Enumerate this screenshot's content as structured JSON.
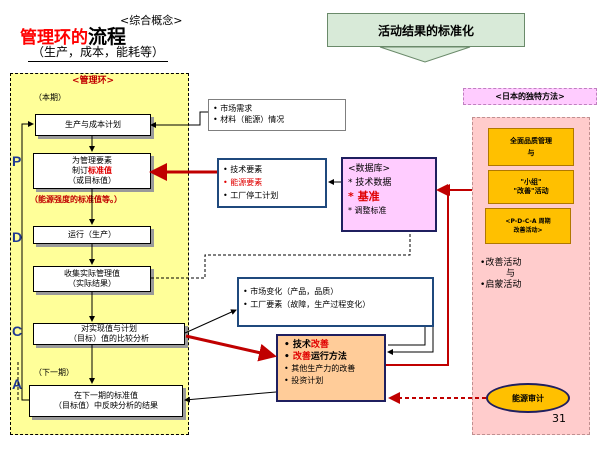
{
  "header": {
    "concept": "<综合概念>",
    "title_a": "管理环的",
    "title_b": "流程",
    "subtitle": "（生产，成本，能耗等）",
    "banner": "活动结果的标准化"
  },
  "cycle": {
    "title": "<管理环>",
    "this_period": "（本期）",
    "next_period": "（下一期）",
    "energy_note": "（能源强度的标准值等。）",
    "phases": [
      "P",
      "D",
      "C",
      "A"
    ],
    "steps": [
      {
        "text": "生产与成本计划"
      },
      {
        "line1": "为管理要素",
        "line2a": "制订",
        "line2b": "标准值",
        "line3": "（或目标值）"
      },
      {
        "text": "运行（生产）"
      },
      {
        "line1": "收集实际管理值",
        "line2": "（实际结果）"
      },
      {
        "line1": "对实现值与计划",
        "line2": "（目标）值的比较分析"
      },
      {
        "line1": "在下一期的标准值",
        "line2": "（目标值）中反映分析的结果"
      }
    ]
  },
  "inputs": {
    "market": [
      "市场需求",
      "材料（能源）情况"
    ],
    "factors": [
      "技术要素",
      "能源要素",
      "工厂停工计划"
    ],
    "changes": [
      "市场变化（产品，品质）",
      "工厂要素（故障，生产过程变化）"
    ]
  },
  "database": {
    "title": "<数据库>",
    "items": [
      "技术数据",
      "基准",
      "调整标准"
    ]
  },
  "improvement": {
    "item1a": "技术",
    "item1b": "改善",
    "item2a": "改善",
    "item2b": "运行方法",
    "item3": "其他生产力的改善",
    "item4": "投资计划"
  },
  "japan": {
    "title": "<日本的独特方法>",
    "box1_line1": "全面品质管理",
    "box1_line2": "与",
    "box2_line1": "\"小组\"",
    "box2_line2": "\"改善\"活动",
    "box3_line1": "<P-D-C-A 周期",
    "box3_line2": "改善活动>",
    "activity1a": "改善活动",
    "activity1b": "与",
    "activity2": "启蒙活动",
    "audit": "能源审计"
  },
  "page_number": "31",
  "colors": {
    "yellow_panel": "#ffff99",
    "pink_box": "#ffccff",
    "peach_box": "#ffcc99",
    "light_green": "#e6f0e6",
    "orange": "#ffc000",
    "title_red": "#ff0000",
    "phase_blue": "#1f3a93",
    "blue_border": "#1f497d",
    "red_arrow": "#c00000"
  }
}
